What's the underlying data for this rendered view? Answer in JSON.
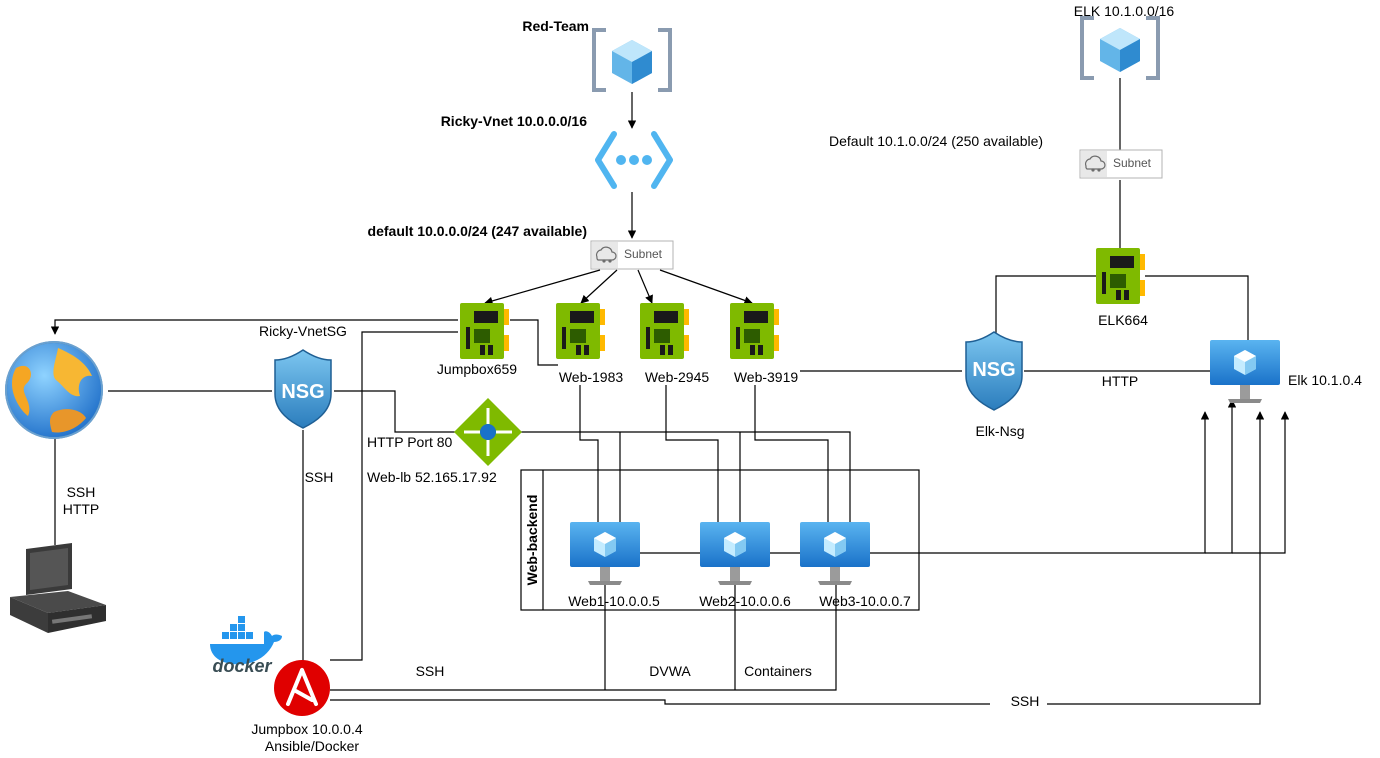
{
  "red_team": {
    "label": "Red-Team"
  },
  "vnet": {
    "label": "Ricky-Vnet 10.0.0.0/16"
  },
  "subnet_default": {
    "label": "default 10.0.0.0/24 (247 available)",
    "badge": "Subnet"
  },
  "elk_vnet": {
    "label": "ELK 10.1.0.0/16"
  },
  "elk_subnet": {
    "label": "Default 10.1.0.0/24 (250 available)",
    "badge": "Subnet"
  },
  "nics": {
    "jumpbox": "Jumpbox659",
    "web1": "Web-1983",
    "web2": "Web-2945",
    "web3": "Web-3919",
    "elk": "ELK664"
  },
  "nsg": {
    "ricky_label": "Ricky-VnetSG",
    "elk_label": "Elk-Nsg",
    "icon_text": "NSG"
  },
  "load_balancer": {
    "port_label": "HTTP Port 80",
    "name": "Web-lb 52.165.17.92"
  },
  "backend_pool": {
    "label": "Web-backend"
  },
  "vms": {
    "web1": "Web1-10.0.0.5",
    "web2": "Web2-10.0.0.6",
    "web3": "Web3-10.0.0.7",
    "elk": "Elk 10.1.0.4"
  },
  "jumpbox": {
    "line1": "Jumpbox 10.0.0.4",
    "line2": "Ansible/Docker",
    "docker_text": "docker"
  },
  "connections": {
    "ssh_http_line1": "SSH",
    "ssh_http_line2": "HTTP",
    "nsg_ssh": "SSH",
    "jump_ssh": "SSH",
    "dvwa": "DVWA",
    "containers": "Containers",
    "elk_http": "HTTP",
    "elk_ssh": "SSH"
  },
  "colors": {
    "azure_blue": "#3a96dd",
    "nic_green": "#7fba00",
    "ansible_red": "#e00000",
    "docker_blue": "#2496ed"
  }
}
